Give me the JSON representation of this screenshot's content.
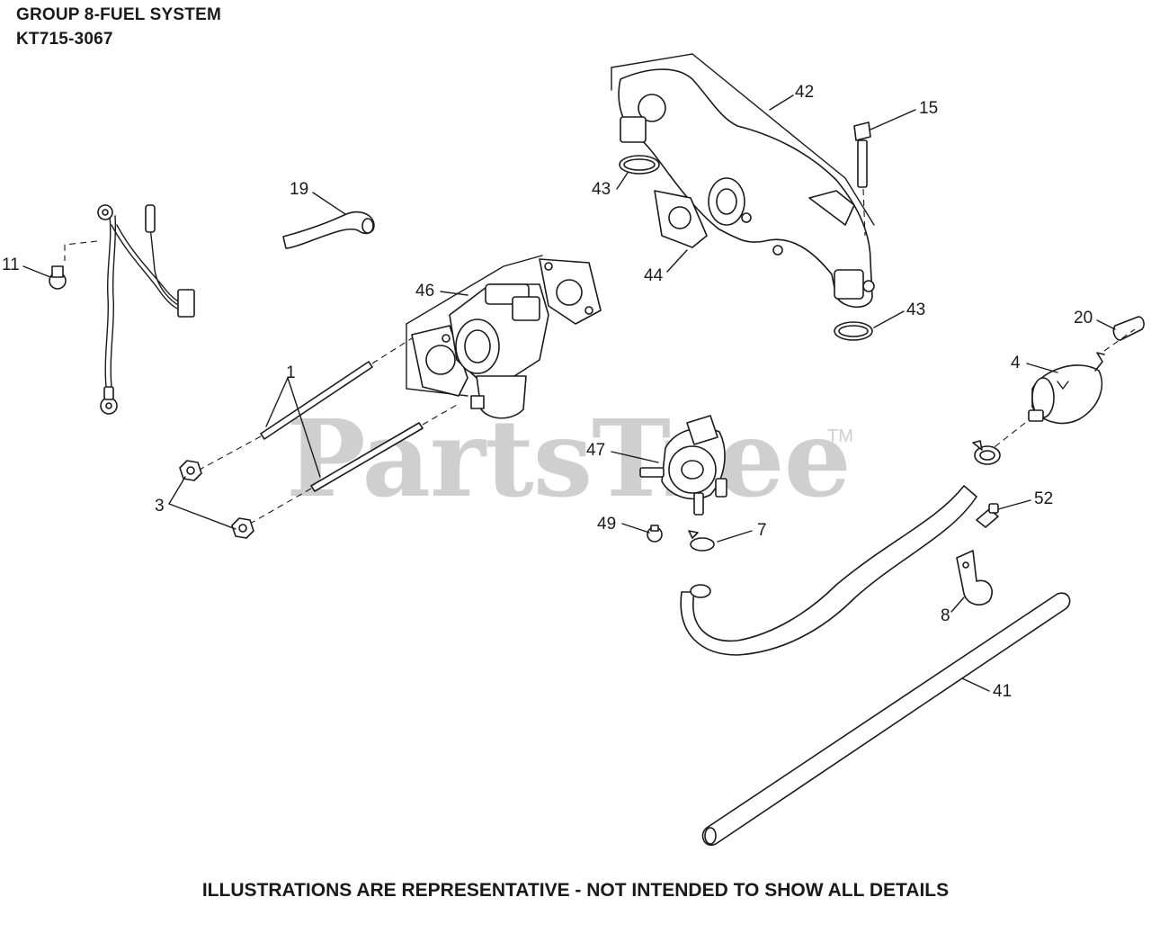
{
  "header": {
    "title_line1": "GROUP 8-FUEL SYSTEM",
    "title_line2": "KT715-3067"
  },
  "footer": {
    "note": "ILLUSTRATIONS ARE REPRESENTATIVE - NOT INTENDED TO SHOW ALL DETAILS"
  },
  "watermark": {
    "text": "PartsTree",
    "trademark": "TM"
  },
  "callouts": [
    {
      "id": "c11",
      "label": "11"
    },
    {
      "id": "c19",
      "label": "19"
    },
    {
      "id": "c46",
      "label": "46"
    },
    {
      "id": "c42",
      "label": "42"
    },
    {
      "id": "c15",
      "label": "15"
    },
    {
      "id": "c43a",
      "label": "43"
    },
    {
      "id": "c44",
      "label": "44"
    },
    {
      "id": "c43b",
      "label": "43"
    },
    {
      "id": "c20",
      "label": "20"
    },
    {
      "id": "c4",
      "label": "4"
    },
    {
      "id": "c1",
      "label": "1"
    },
    {
      "id": "c3",
      "label": "3"
    },
    {
      "id": "c47",
      "label": "47"
    },
    {
      "id": "c49",
      "label": "49"
    },
    {
      "id": "c7",
      "label": "7"
    },
    {
      "id": "c52",
      "label": "52"
    },
    {
      "id": "c8",
      "label": "8"
    },
    {
      "id": "c41",
      "label": "41"
    }
  ]
}
